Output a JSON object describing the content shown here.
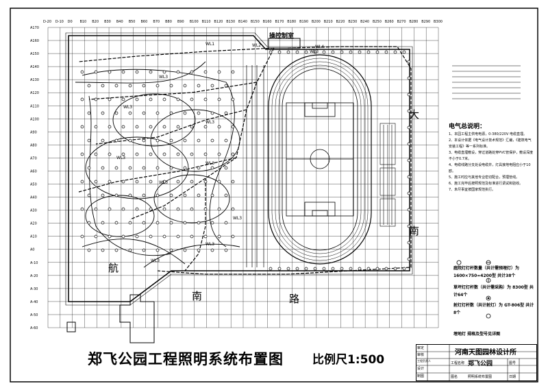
{
  "title": "郑飞公园工程照明系统布置图",
  "scale": "比例尺1:500",
  "x_grid_labels": [
    "D-20",
    "D-10",
    "D0",
    "B10",
    "B20",
    "B30",
    "B40",
    "B50",
    "B60",
    "B70",
    "B80",
    "B90",
    "B100",
    "B110",
    "B120",
    "B130",
    "B140",
    "B150",
    "B160",
    "B170",
    "B180",
    "B190",
    "B200",
    "B210",
    "B220",
    "B230",
    "B240",
    "B250",
    "B260",
    "B270",
    "B280",
    "B290",
    "B300"
  ],
  "y_grid_labels": [
    "A170",
    "A160",
    "A150",
    "A140",
    "A130",
    "A120",
    "A110",
    "A100",
    "A90",
    "A80",
    "A70",
    "A60",
    "A50",
    "A40",
    "A30",
    "A20",
    "A10",
    "A0",
    "A-10",
    "A-20",
    "A-30",
    "A-40",
    "A-50",
    "A-60"
  ],
  "building_label": "操控制室",
  "road_labels": [
    "航",
    "南",
    "路",
    "大",
    "南"
  ],
  "circuit_labels": [
    "WL1",
    "WL2",
    "WL3",
    "WL4",
    "WL3",
    "WL3",
    "WL3",
    "WL3",
    "WL3",
    "WL3",
    "WL3",
    "WL3",
    "WL3"
  ],
  "notes": {
    "heading": "电气总说明：",
    "items": [
      "1、本园工程主供电电源，0-380/220V 电缆直埋。",
      "2、本设计依据《电气设计技术规范》汇编，《建筑电气安装工程》等一系列标准。",
      "3、电缆直埋敷设，穿过道路处穿PVC管保护，敷设深度不小于0.7米。",
      "4、电缆线路分支处设电缆井，灯具接地电阻应小于10欧。",
      "5、施工时应与其他专业密切配合，预埋管线。",
      "6、施工完毕后按照规范及标准进行调试和验收。",
      "7、未尽事宜按国家规范执行。"
    ]
  },
  "legend": [
    {
      "text": "庭院灯灯杆数量（共计需预埋灯）为 1600×750=4200型 共计38个"
    },
    {
      "text": "草坪灯灯杆数（共计需采购）为 8300型 共计64个"
    },
    {
      "text": "射灯灯杆数（共计射灯）为 GT-806型 共计8个"
    },
    {
      "text": "埋地灯   规格及型号见详图"
    }
  ],
  "title_block": {
    "company": "河南天图园林设计所",
    "project_label": "工程名称",
    "project": "郑飞公园",
    "drawing_label": "图名",
    "drawing": "照明系统布置图",
    "rows": [
      "审定",
      "审核",
      "工程负责人",
      "设计",
      "制图"
    ],
    "sheet": "图号",
    "date": "日期"
  }
}
